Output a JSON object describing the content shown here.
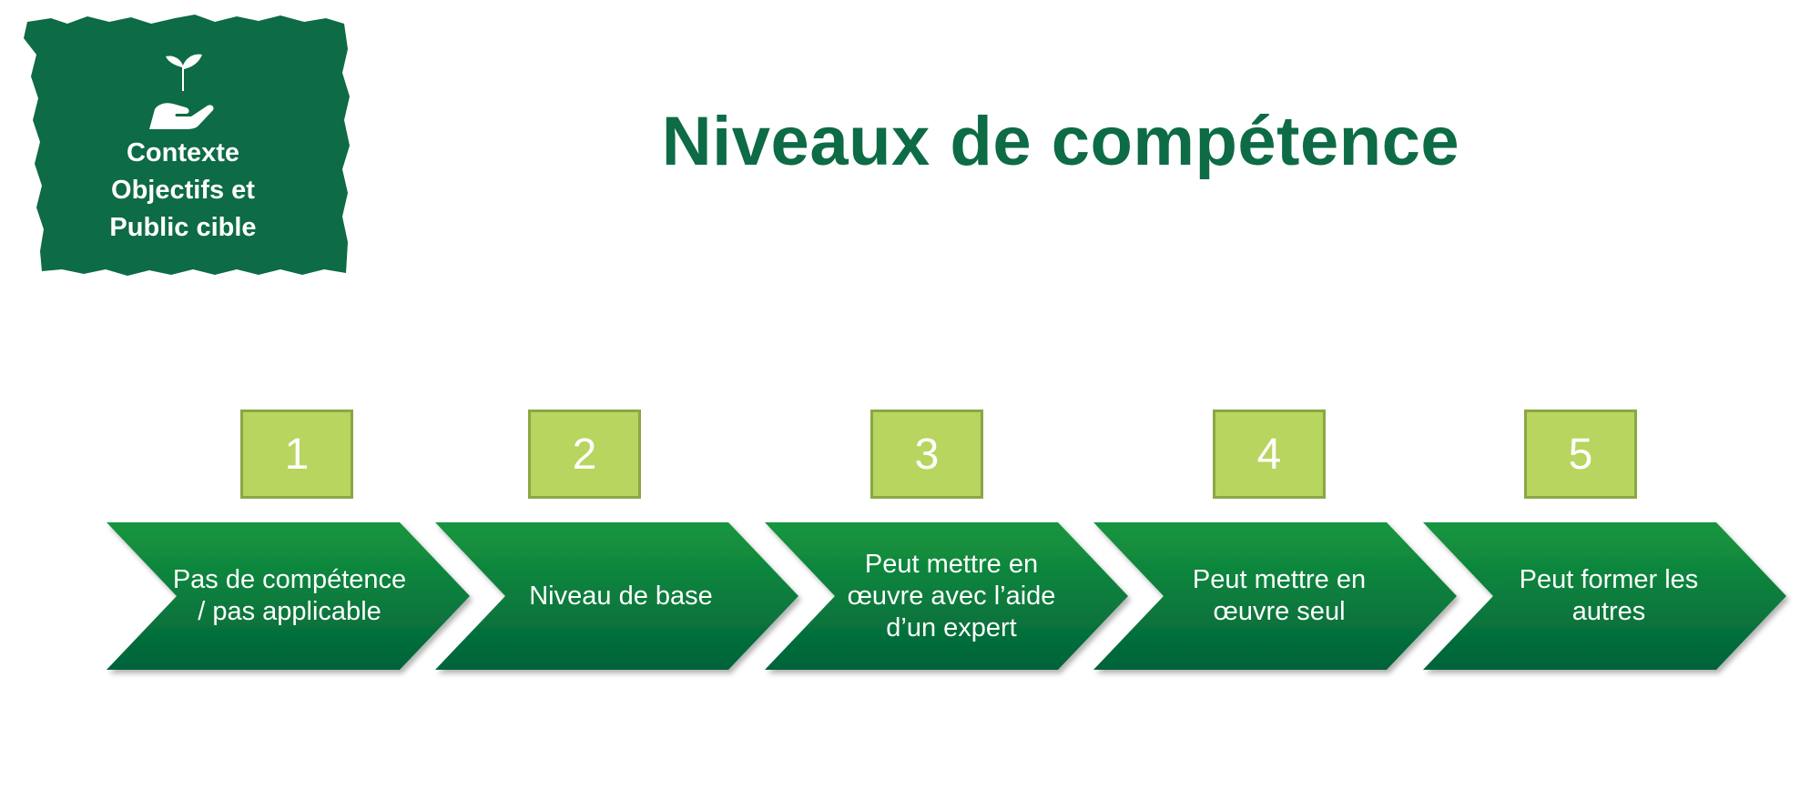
{
  "badge": {
    "icon": "plant-in-hand-icon",
    "lines": [
      "Contexte",
      "Objectifs et",
      "Public cible"
    ],
    "color": "#0d6b45"
  },
  "title": "Niveaux de compétence",
  "colors": {
    "title": "#0d6b45",
    "level_box_fill": "#b7d55f",
    "level_box_border": "#8aa744",
    "arrow_top": "#17963f",
    "arrow_bottom": "#00633a"
  },
  "levels": [
    {
      "number": "1",
      "label": "Pas de compétence / pas applicable"
    },
    {
      "number": "2",
      "label": "Niveau de base"
    },
    {
      "number": "3",
      "label": "Peut mettre en œuvre avec l’aide d’un expert"
    },
    {
      "number": "4",
      "label": "Peut mettre en œuvre seul"
    },
    {
      "number": "5",
      "label": "Peut former les autres"
    }
  ]
}
